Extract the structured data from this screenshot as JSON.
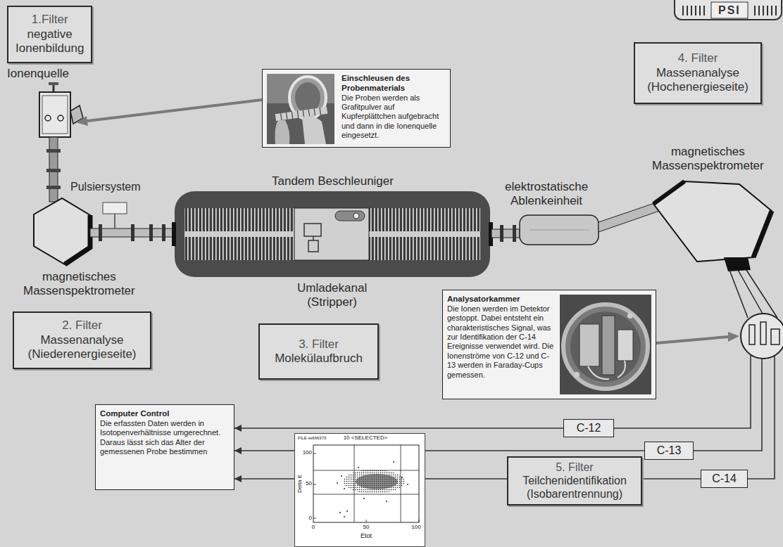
{
  "diagram": {
    "nodes": [
      {
        "text": [
          "1.Filter",
          "negative Ionenbildung"
        ]
      },
      {
        "text": [
          "Einschleusen des Probenmaterials",
          "Die Proben werden als Grafitpulver auf Kupferplättchen aufgebracht und dann in die Ionenquelle eingesetzt."
        ]
      },
      {
        "text": [
          "4. Filter",
          "Massenanalyse (Hochenergieseite)"
        ]
      },
      {
        "text": [
          "2. Filter",
          "Massenanalyse (Niederenergieseite)"
        ]
      },
      {
        "text": [
          "3. Filter",
          "Molekülaufbruch"
        ]
      },
      {
        "text": [
          "Analysatorkammer",
          "Die Ionen werden im Detektor gestoppt. Dabei entsteht ein charakteristisches Signal, was zur Identifikation der C-14 Ereignisse verwendet wird. Die Ionenströme von C-12 und C-13 werden in Faraday-Cups gemessen."
        ]
      },
      {
        "text": [
          "Computer Control",
          "Die erfassten Daten werden in Isotopenverhältnisse umgerechnet. Daraus lässt sich das Alter der gemessenen Probe bestimmen"
        ]
      },
      {
        "text": [
          "C-12"
        ]
      },
      {
        "text": [
          "C-13"
        ]
      },
      {
        "text": [
          "FILE ss666373",
          "10 <SELECTED>",
          "100",
          "50",
          "0",
          "0",
          "50",
          "100",
          "Delta E",
          "Etot"
        ]
      },
      {
        "text": [
          "5. Filter",
          "Teilchenidentifikation (Isobarentrennung)"
        ]
      },
      {
        "text": [
          "C-14"
        ]
      }
    ],
    "edges": [
      {
        "from": 7,
        "to": 6,
        "arrow": "to"
      },
      {
        "from": 8,
        "to": 6,
        "arrow": "to"
      },
      {
        "from": 11,
        "to": 10,
        "arrow": "none"
      },
      {
        "from": 10,
        "to": 9,
        "arrow": "none"
      },
      {
        "from": 9,
        "to": 6,
        "arrow": "to"
      }
    ],
    "labels": [
      "PSI",
      "Ionenquelle",
      "magnetisches Massenspektrometer",
      "Pulsiersystem",
      "Tandem Beschleuniger",
      "elektrostatische Ablenkeinheit",
      "magnetisches Massenspektrometer",
      "Umladekanal (Stripper)"
    ]
  }
}
